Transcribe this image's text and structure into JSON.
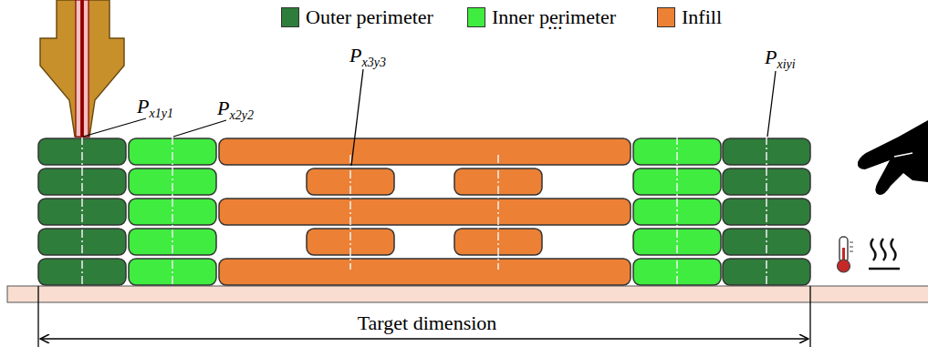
{
  "diagram": {
    "labels": [
      "Px1y1",
      "Px2y2",
      "Px3y3",
      "...",
      "Pxiyi",
      "Target dimension"
    ],
    "legend": [
      {
        "text": "Outer perimeter",
        "color": "#2f7d3b"
      },
      {
        "text": "Inner perimeter",
        "color": "#3fec3f"
      },
      {
        "text": "Infill",
        "color": "#ec8035"
      }
    ]
  }
}
